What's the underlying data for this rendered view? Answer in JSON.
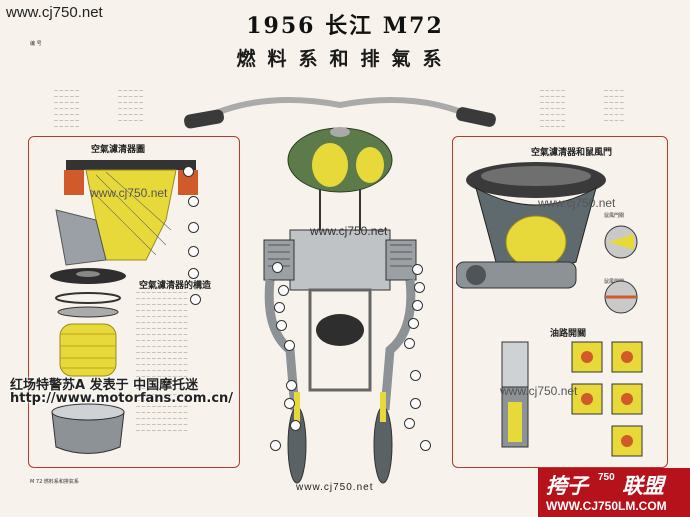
{
  "watermark_top_left": "www.cj750.net",
  "header": {
    "title": "1956 长江 M72",
    "subtitle": "燃料系和排氣系",
    "corner_small": "编 号"
  },
  "panels": {
    "air_filter_section": "空氣濾清器圖",
    "air_filter_construction": "空氣濾清器的構造",
    "air_filter_and_damper": "空氣濾清器和鼠風門",
    "damper_closed": "鼠風門關",
    "damper_open": "鼠風門開",
    "fuel_tap": "油路開關"
  },
  "watermarks_center": [
    "www.cj750.net",
    "www.cj750.net",
    "www.cj750.net",
    "www.cj750.net"
  ],
  "credit": {
    "line1": "红场特警苏A 发表于 中国摩托迷",
    "line2": "http://www.motorfans.com.cn/"
  },
  "footer": {
    "left_small": "M 72 燃料系和排氣系",
    "center_url": "www.cj750.net"
  },
  "logo": {
    "main": "挎子",
    "main2": "联盟",
    "superscript": "750",
    "site": "WWW.CJ750LM.COM"
  },
  "colors": {
    "panel_border": "#b73a2c",
    "fuel_yellow": "#e8d93a",
    "tank_green": "#5d7a4a",
    "logo_red": "#b5121b"
  }
}
